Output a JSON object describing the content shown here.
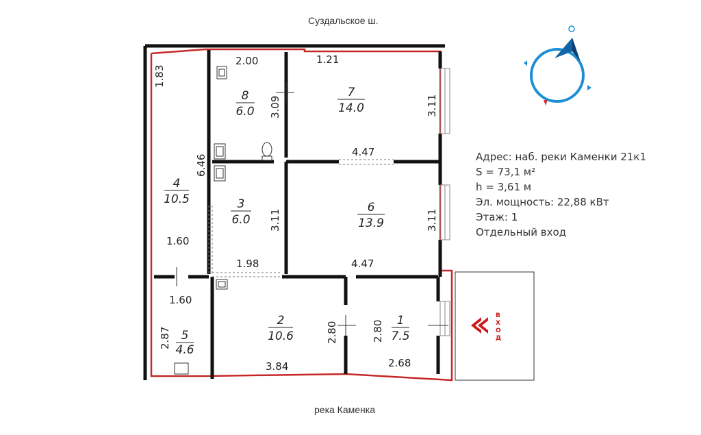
{
  "streets": {
    "top": "Суздальское ш.",
    "bottom": "река Каменка"
  },
  "info": {
    "address": "Адрес: наб. реки Каменки 21к1",
    "area": "S = 73,1 м²",
    "height": "h = 3,61 м",
    "power": "Эл. мощность: 22,88 кВт",
    "floor": "Этаж: 1",
    "entrance": "Отдельный вход"
  },
  "rooms": [
    {
      "number": "1",
      "area": "7.5"
    },
    {
      "number": "2",
      "area": "10.6"
    },
    {
      "number": "3",
      "area": "6.0"
    },
    {
      "number": "4",
      "area": "10.5"
    },
    {
      "number": "5",
      "area": "4.6"
    },
    {
      "number": "6",
      "area": "13.9"
    },
    {
      "number": "7",
      "area": "14.0"
    },
    {
      "number": "8",
      "area": "6.0"
    }
  ],
  "dimensions": {
    "d_2_00": "2.00",
    "d_1_21": "1.21",
    "d_1_83": "1.83",
    "d_3_09": "3.09",
    "d_3_11_r7": "3.11",
    "d_6_46": "6.46",
    "d_4_47_top": "4.47",
    "d_3_11_r3": "3.11",
    "d_3_11_r6": "3.11",
    "d_1_60_a": "1.60",
    "d_1_98": "1.98",
    "d_4_47_bot": "4.47",
    "d_1_60_b": "1.60",
    "d_2_87": "2.87",
    "d_2_80_a": "2.80",
    "d_2_80_b": "2.80",
    "d_3_84": "3.84",
    "d_2_68": "2.68"
  },
  "entrance_label": [
    "В",
    "Х",
    "О",
    "Д"
  ],
  "colors": {
    "wall": "#c62828",
    "compass": "#1e8fd6",
    "arrow": "#cc1a1a"
  },
  "icons": {
    "compass": "compass-icon",
    "entrance": "entrance-arrow-icon"
  }
}
